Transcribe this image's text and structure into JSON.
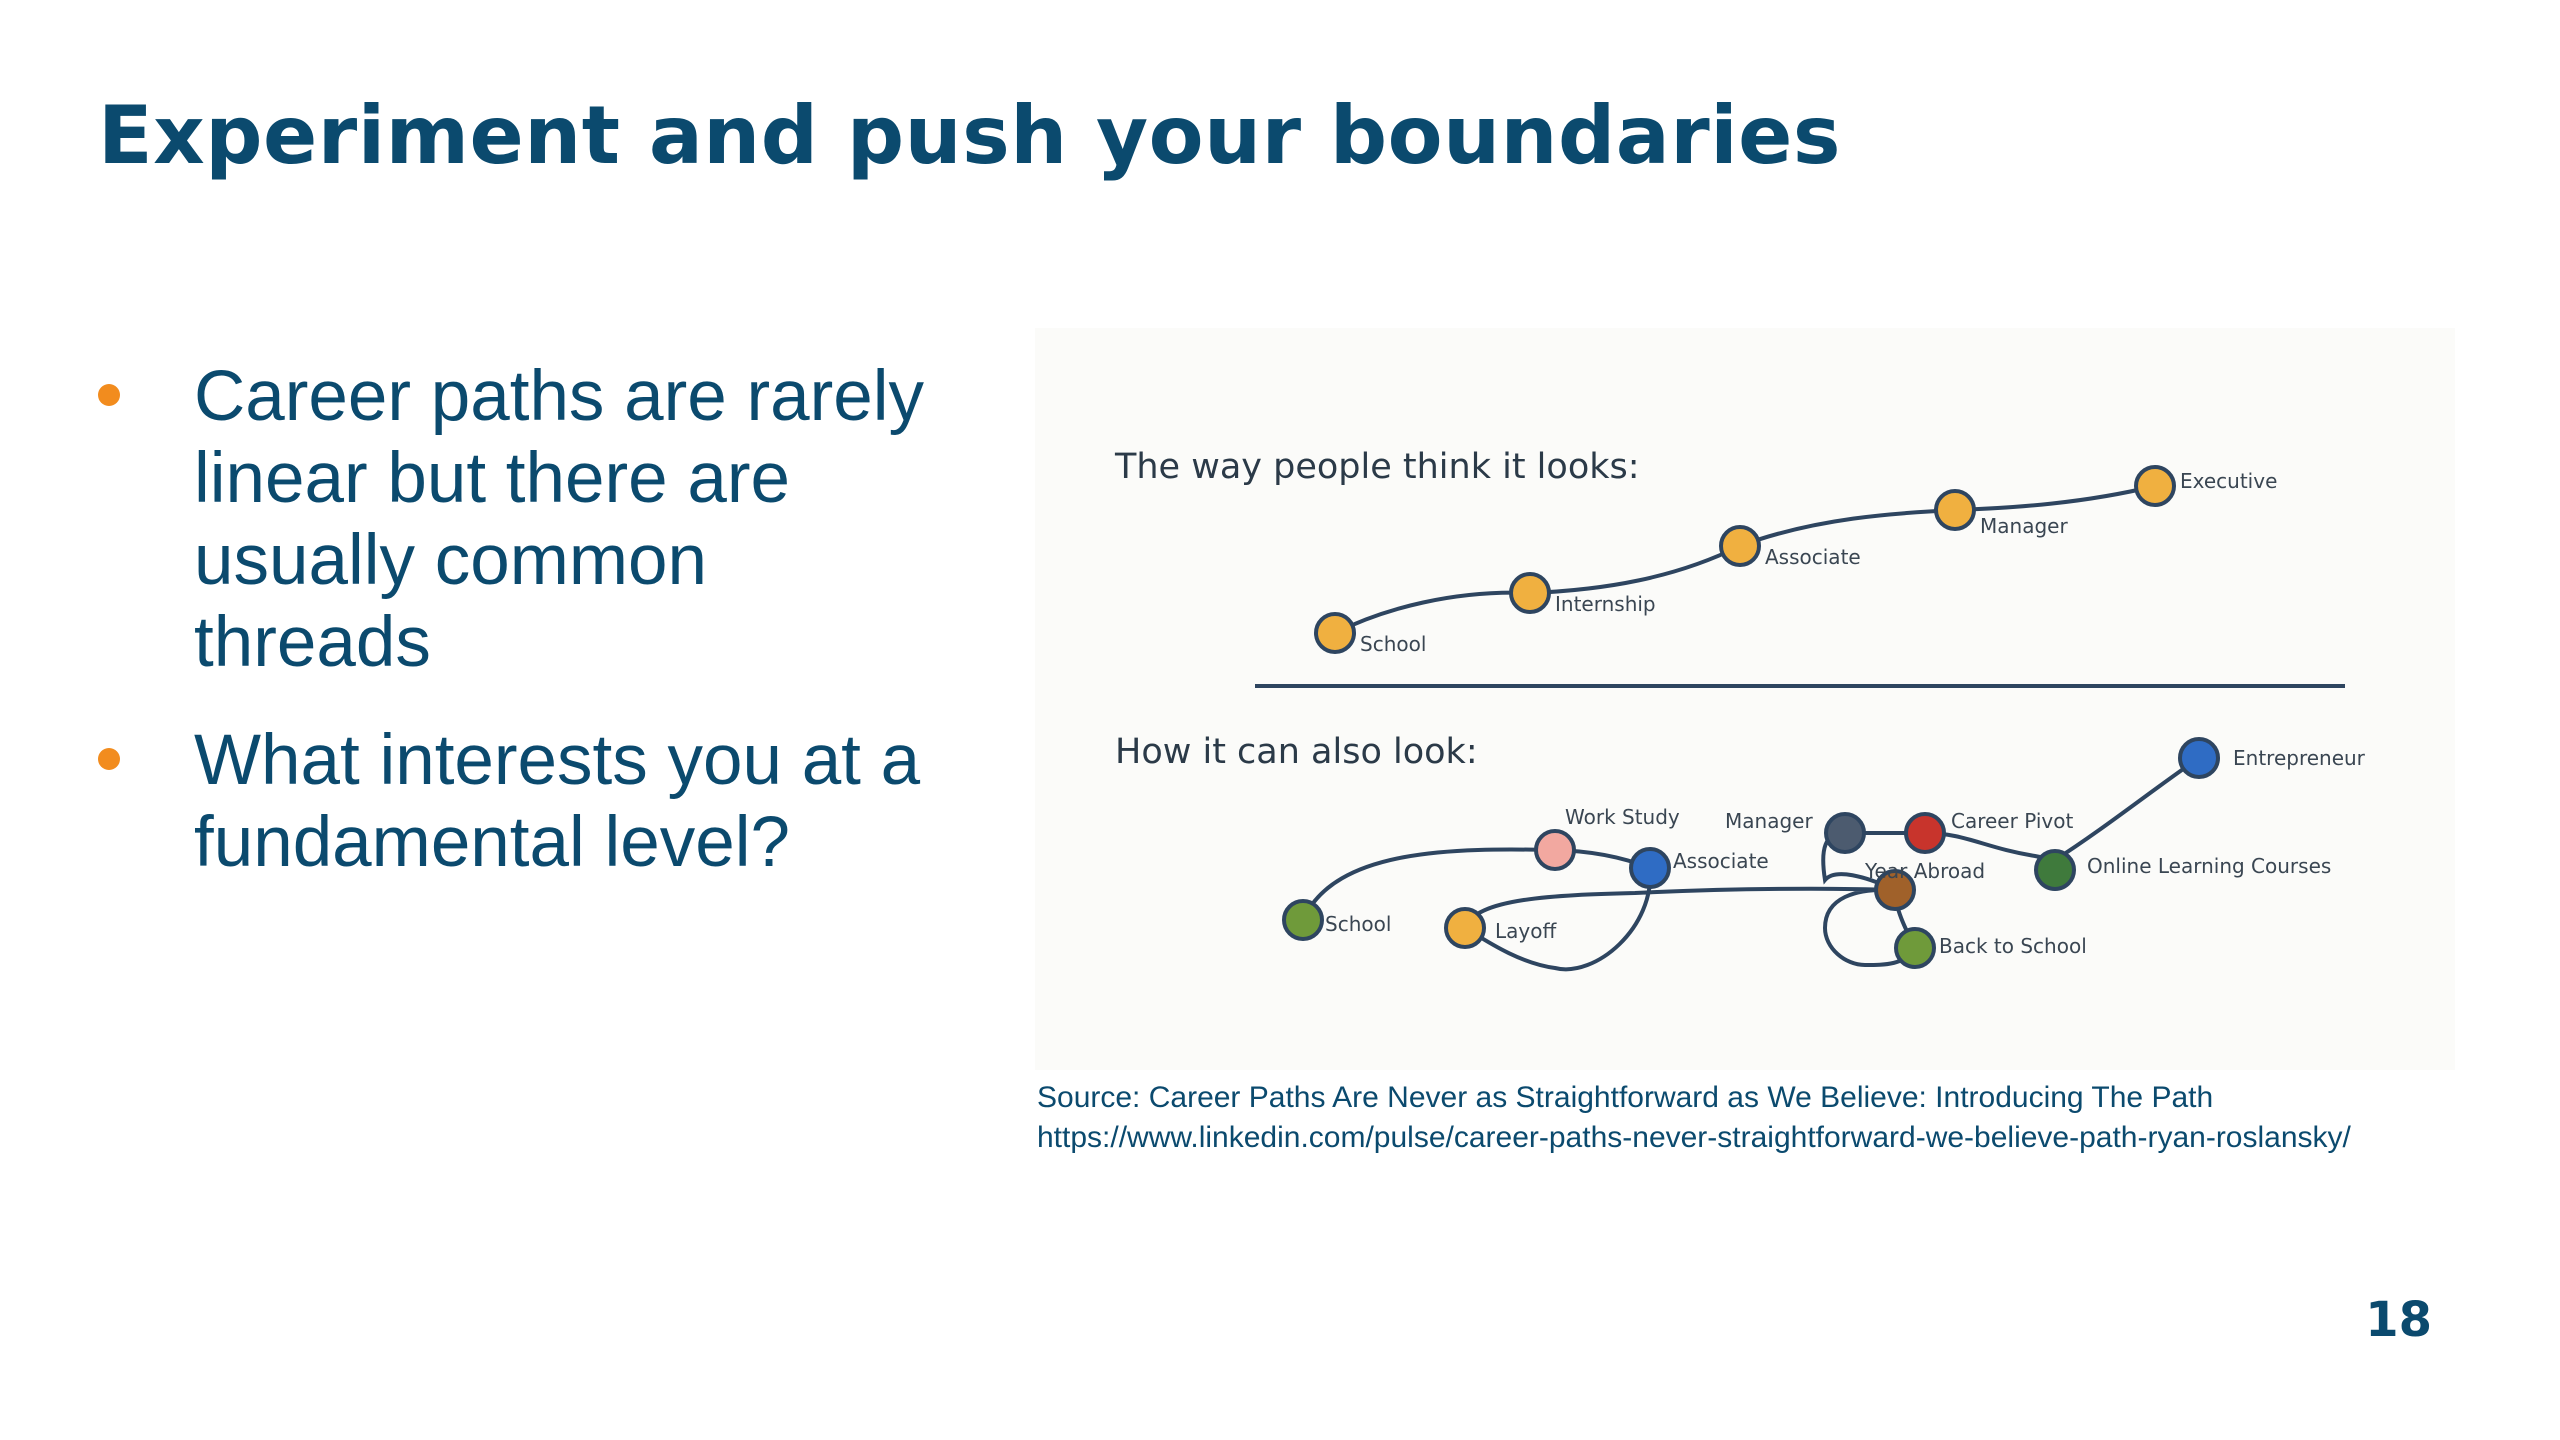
{
  "slide": {
    "title": "Experiment and push your boundaries",
    "bullets": [
      "Career paths are rarely linear but there are usually common threads",
      "What interests you at a fundamental level?"
    ],
    "source_line": "Source: Career Paths Are Never as Straightforward as We Believe: Introducing The Path",
    "source_url": "https://www.linkedin.com/pulse/career-paths-never-straightforward-we-believe-path-ryan-roslansky/",
    "page_number": "18",
    "colors": {
      "title": "#0b4a6e",
      "bullet_marker": "#f28c1e",
      "body_text": "#0b4a6e"
    }
  },
  "figure": {
    "top_heading": "The way people think it looks:",
    "bottom_heading": "How it can also look:",
    "top_nodes": [
      "School",
      "Internship",
      "Associate",
      "Manager",
      "Executive"
    ],
    "bottom_nodes": {
      "school": "School",
      "work_study": "Work Study",
      "layoff": "Layoff",
      "associate": "Associate",
      "manager": "Manager",
      "career_pivot": "Career Pivot",
      "year_abroad": "Year Abroad",
      "back_to_school": "Back to School",
      "online_learning": "Online Learning Courses",
      "entrepreneur": "Entrepreneur"
    },
    "node_colors": {
      "orange": "#f0b040",
      "green": "#6f9a3a",
      "pink": "#f2a8a0",
      "blue": "#2f6cc4",
      "slate": "#4c5b6f",
      "red": "#c8342c",
      "brown": "#a0612a",
      "dark_green": "#3f7a3c",
      "line": "#2e4560"
    }
  }
}
